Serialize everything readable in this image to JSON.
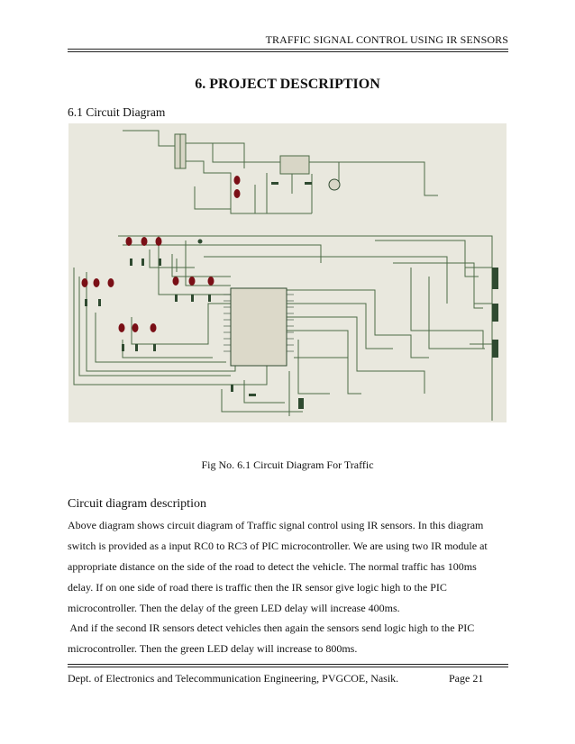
{
  "header": {
    "running_title": "TRAFFIC SIGNAL CONTROL USING IR SENSORS"
  },
  "title": "6. PROJECT DESCRIPTION",
  "section": {
    "label": "6.1 Circuit Diagram"
  },
  "figure": {
    "caption": "Fig No.  6.1 Circuit Diagram For Traffic",
    "colors": {
      "background": "#e9e8de",
      "wire": "#4d6b47",
      "led": "#7a0f16",
      "component": "#2f4a30"
    }
  },
  "description": {
    "heading": "Circuit diagram description",
    "lines": [
      "Above diagram shows circuit diagram of Traffic signal control using IR sensors. In this diagram",
      "switch is provided as a input RC0 to RC3 of PIC microcontroller. We are using two IR module at",
      "appropriate distance on the side of the road to detect the vehicle. The normal traffic has 100ms",
      "delay. If on one side of road there is traffic then the IR sensor give logic high to the PIC",
      "microcontroller. Then the delay of the green LED delay will increase 400ms.",
      " And if the second IR sensors detect vehicles then again the sensors send logic high to the PIC",
      "microcontroller. Then the green LED delay will increase to 800ms."
    ]
  },
  "footer": {
    "department": "Dept. of Electronics and Telecommunication Engineering, PVGCOE, Nasik.",
    "page": "Page 21"
  }
}
